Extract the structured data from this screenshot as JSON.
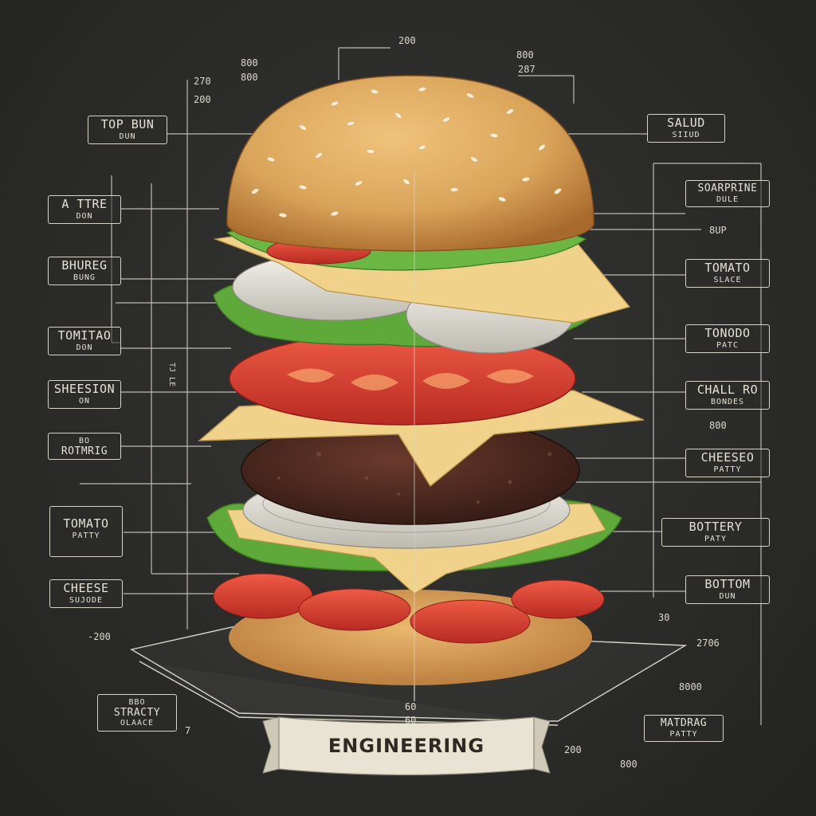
{
  "banner": {
    "text": "ENGINEERING"
  },
  "labels": {
    "top_bun": {
      "l1": "TOP BUN",
      "l2": "DUN"
    },
    "a_ttre": {
      "l1": "A TTRE",
      "l2": "DON"
    },
    "bhureg": {
      "l1": "BHUREG",
      "l2": "BUNG"
    },
    "tomitao": {
      "l1": "TOMITAO",
      "l2": "DON"
    },
    "sheeslon": {
      "l1": "SHEESION",
      "l2": "ON"
    },
    "rotmrig": {
      "l1": "BO",
      "l2": "ROTMRIG"
    },
    "tomato_patty": {
      "l1": "TOMATO",
      "l2": "PATTY"
    },
    "cheese": {
      "l1": "CHEESE",
      "l2": "SUJODE"
    },
    "stracty": {
      "l1": "BBO",
      "l2": "STRACTY",
      "l3": "OLAACE"
    },
    "salud": {
      "l1": "SALUD",
      "l2": "SIIUD"
    },
    "soarprine": {
      "l1": "SOARPRINE",
      "l2": "DULE"
    },
    "tomato_slace": {
      "l1": "TOMATO",
      "l2": "SLACE"
    },
    "tomodo": {
      "l1": "TONODO",
      "l2": "PATC"
    },
    "chall": {
      "l1": "CHALL RO",
      "l2": "BONDES"
    },
    "cheeseo": {
      "l1": "CHEESEO",
      "l2": "PATTY"
    },
    "bottery": {
      "l1": "BOTTERY",
      "l2": "PATY"
    },
    "bottom_bun": {
      "l1": "BOTTOM",
      "l2": "DUN"
    },
    "matdrag": {
      "l1": "MATDRAG",
      "l2": "PATTY"
    }
  },
  "dimensions": {
    "d_top": "200",
    "d_800a": "800",
    "d_800b": "800",
    "d_270": "270",
    "d_200a": "200",
    "d_287": "287",
    "d_8up": "8UP",
    "d_800c": "800",
    "d_30": "30",
    "d_2706": "2706",
    "d_8000": "8000",
    "d_200left": "-200",
    "d_7": "7",
    "d_60": "60",
    "d_60b": "60",
    "d_200bot": "200",
    "d_800bot": "800",
    "d_tole": "TJ LE"
  },
  "colors": {
    "background": "#2b2b29",
    "bun": "#d9a45a",
    "tomato": "#d7352b",
    "lettuce": "#5fa83a",
    "cheese": "#f1d28a",
    "patty": "#4a2a22",
    "onion": "#e8e6df",
    "line": "#d8d4c8"
  }
}
